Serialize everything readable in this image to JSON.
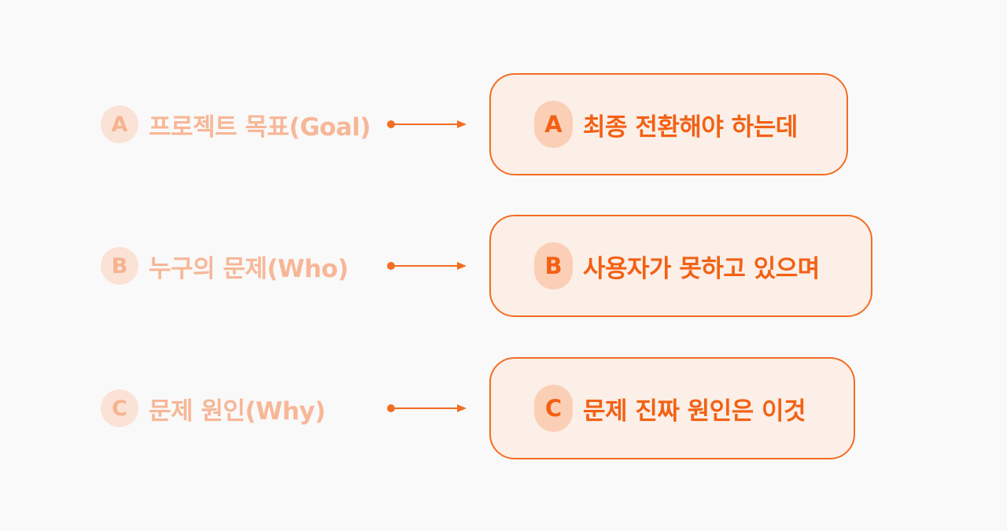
{
  "colors": {
    "background": "#f9f9f9",
    "accent": "#f36d22",
    "accent_text": "#f26114",
    "faded_text": "#f7b797",
    "faded_badge_bg": "#fbe2d6",
    "box_bg": "#fbefe8",
    "box_badge_bg": "#fbcfb6"
  },
  "rows": [
    {
      "left": {
        "badge": "A",
        "label": "프로젝트 목표(Goal)"
      },
      "connector": "arrow-right",
      "right": {
        "badge": "A",
        "label": "최종 전환해야 하는데"
      }
    },
    {
      "left": {
        "badge": "B",
        "label": "누구의 문제(Who)"
      },
      "connector": "arrow-right",
      "right": {
        "badge": "B",
        "label": "사용자가 못하고 있으며"
      }
    },
    {
      "left": {
        "badge": "C",
        "label": "문제 원인(Why)"
      },
      "connector": "arrow-right",
      "right": {
        "badge": "C",
        "label": "문제 진짜 원인은 이것"
      }
    }
  ]
}
